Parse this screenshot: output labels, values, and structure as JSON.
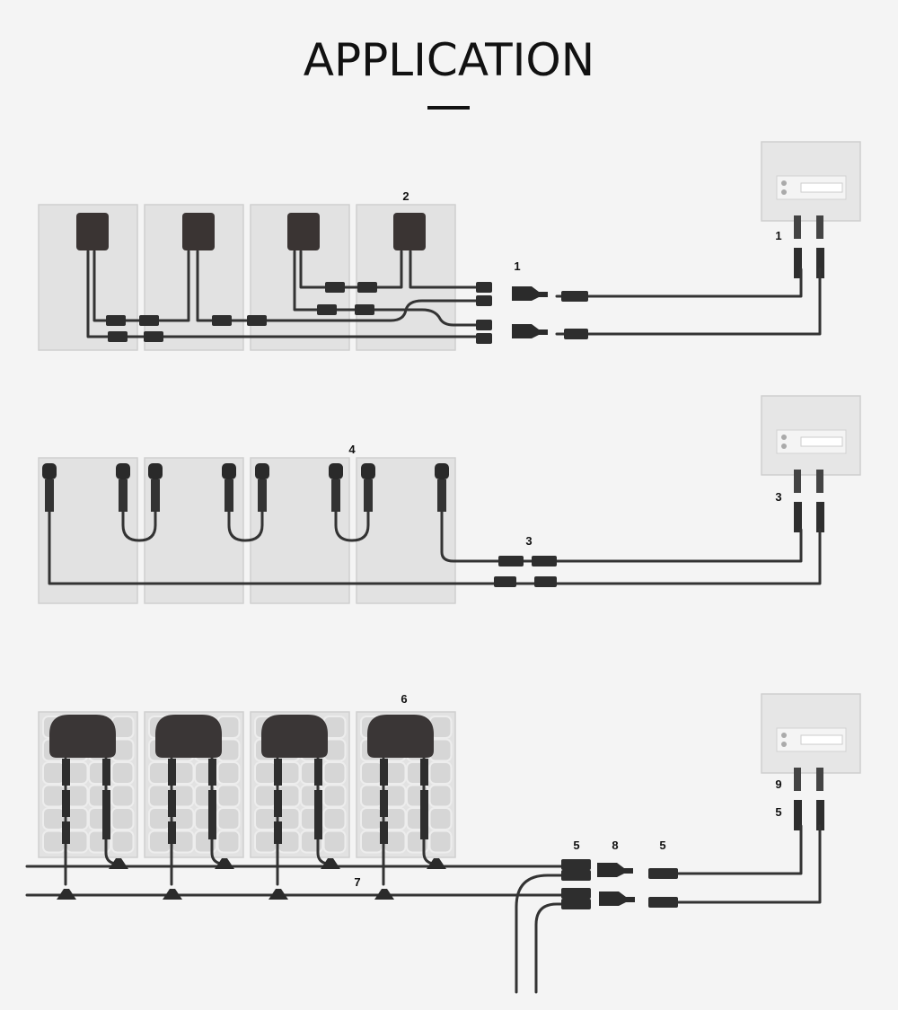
{
  "title": "APPLICATION",
  "sections": [
    {
      "name": "junction-box-system",
      "labels": [
        "2",
        "1",
        "1"
      ]
    },
    {
      "name": "connector-system",
      "labels": [
        "4",
        "3",
        "3"
      ]
    },
    {
      "name": "microinverter-system",
      "labels": [
        "6",
        "5",
        "8",
        "5",
        "7",
        "9",
        "5"
      ]
    }
  ],
  "colors": {
    "background": "#f4f4f4",
    "cable": "#333333",
    "panel": "#e2e2e2",
    "device": "#3a3433"
  }
}
